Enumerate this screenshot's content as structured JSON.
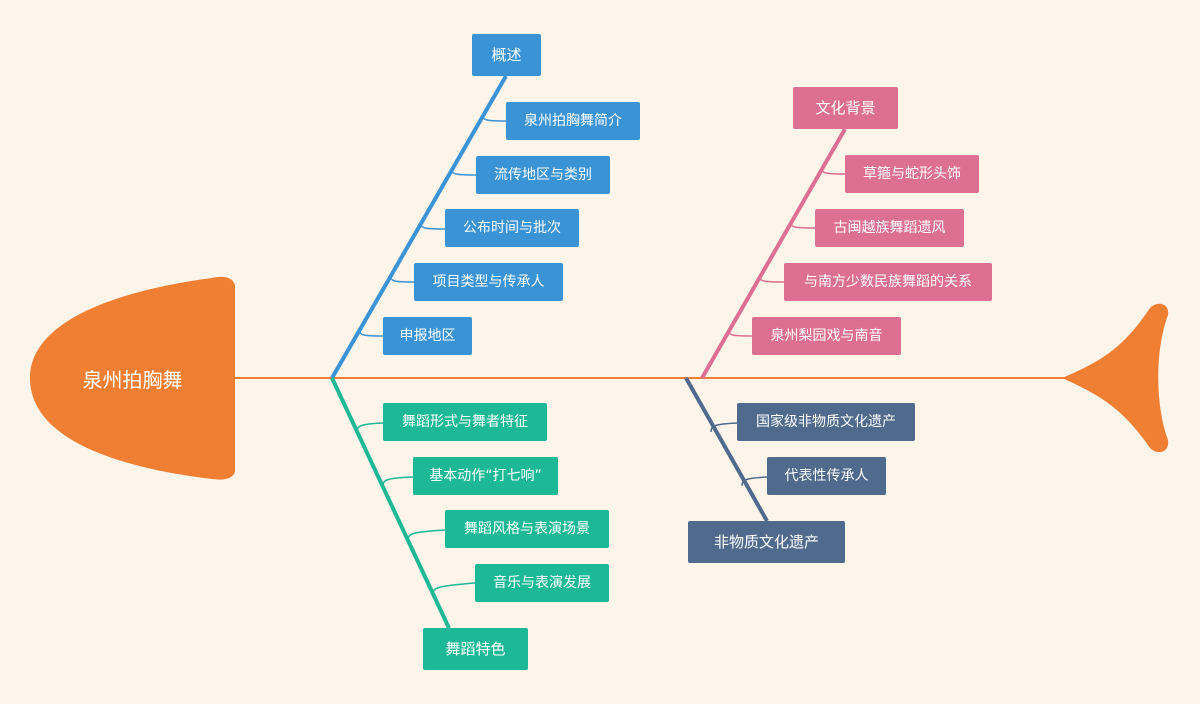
{
  "central": {
    "label": "泉州拍胸舞"
  },
  "branches": {
    "overview": {
      "title": "概述",
      "items": [
        "泉州拍胸舞简介",
        "流传地区与类别",
        "公布时间与批次",
        "项目类型与传承人",
        "申报地区"
      ]
    },
    "culture": {
      "title": "文化背景",
      "items": [
        "草箍与蛇形头饰",
        "古闽越族舞蹈遗风",
        "与南方少数民族舞蹈的关系",
        "泉州梨园戏与南音"
      ]
    },
    "dance": {
      "title": "舞蹈特色",
      "items": [
        "舞蹈形式与舞者特征",
        "基本动作“打七响”",
        "舞蹈风格与表演场景",
        "音乐与表演发展"
      ]
    },
    "heritage": {
      "title": "非物质文化遗产",
      "items": [
        "国家级非物质文化遗产",
        "代表性传承人"
      ]
    }
  },
  "colors": {
    "background": "#fdf4ea",
    "fish": "#f07f33",
    "overview": "#3a93d5",
    "culture": "#dc6f92",
    "dance": "#1db896",
    "heritage": "#4f6a8c"
  }
}
